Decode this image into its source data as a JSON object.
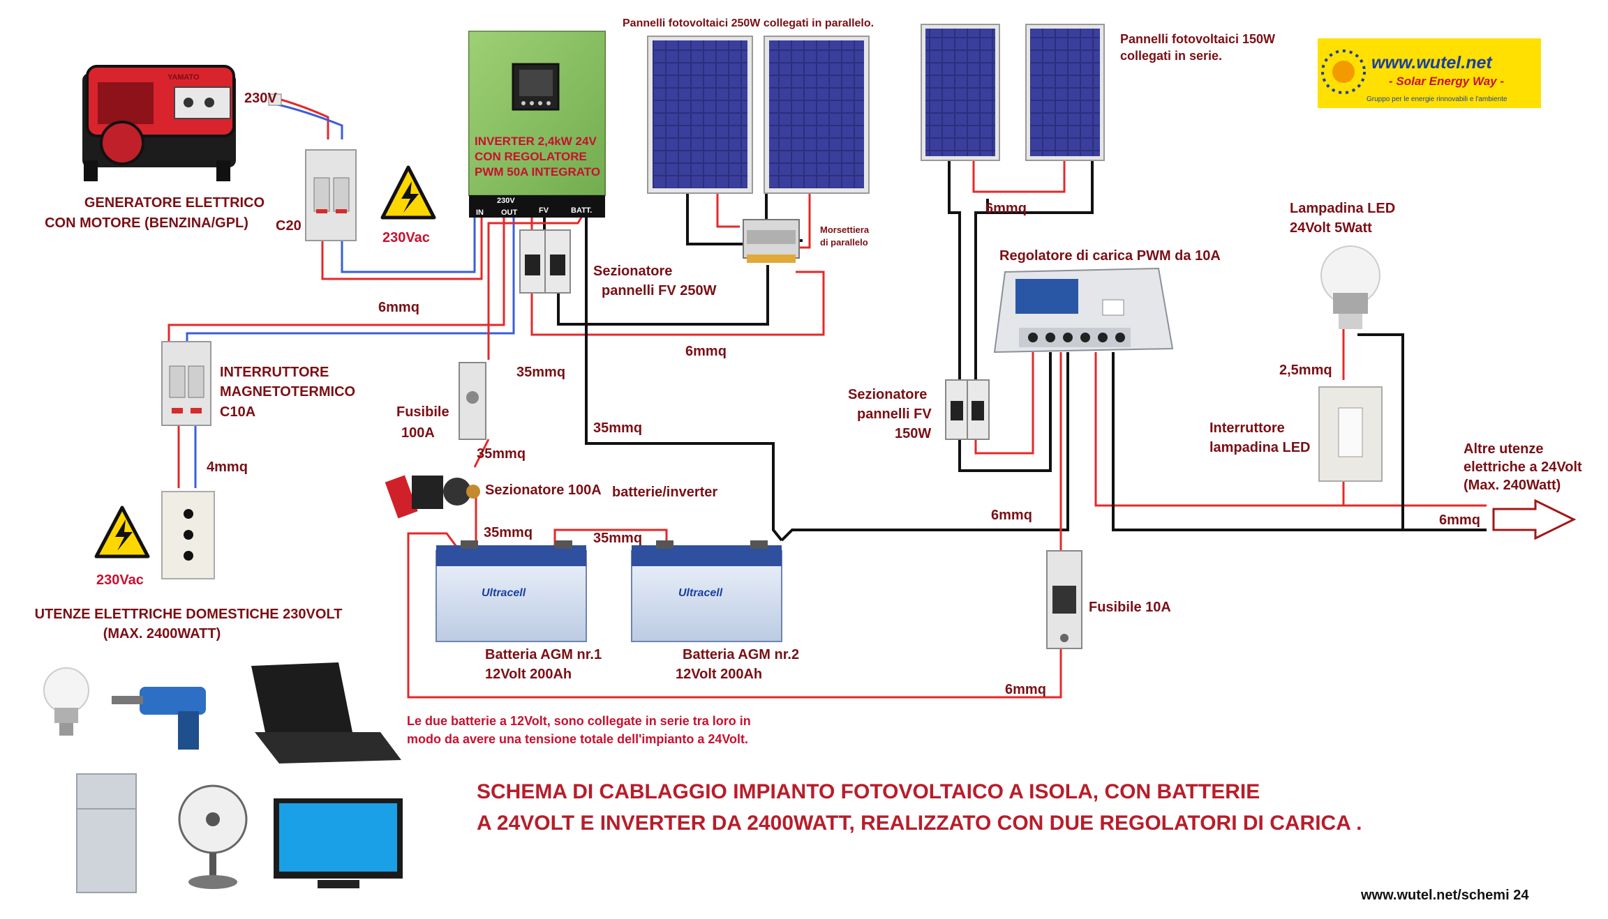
{
  "labels": {
    "generator": [
      "GENERATORE ELETTRICO",
      "CON MOTORE (BENZINA/GPL)"
    ],
    "generator_brand": "YAMATO",
    "gen_voltage": "230V",
    "breaker_c20": "C20",
    "warn_230_top": "230Vac",
    "inverter": [
      "INVERTER 2,4kW 24V",
      "CON REGOLATORE",
      "PWM 50A  INTEGRATO"
    ],
    "inverter_ports": {
      "v": "230V",
      "in": "IN",
      "out": "OUT",
      "fv": "FV",
      "batt": "BATT."
    },
    "panels_250": "Pannelli fotovoltaici 250W collegati in parallelo.",
    "panels_150": [
      "Pannelli fotovoltaici 150W",
      "collegati in serie."
    ],
    "morsettiera": [
      "Morsettiera",
      "di parallelo"
    ],
    "sez_250": [
      "Sezionatore",
      "pannelli FV 250W"
    ],
    "wire_6mmq": "6mmq",
    "wire_35mmq": "35mmq",
    "wire_4mmq": "4mmq",
    "wire_25mmq": "2,5mmq",
    "magneto": [
      "INTERRUTTORE",
      "MAGNETOTERMICO",
      "C10A"
    ],
    "fuse_100": [
      "Fusibile",
      "100A"
    ],
    "sez_100": "Sezionatore 100A",
    "batt_inv": "batterie/inverter",
    "reg_10a": "Regolatore di carica PWM da 10A",
    "sez_150": [
      "Sezionatore",
      "pannelli FV",
      "150W"
    ],
    "lamp": [
      "Lampadina LED",
      "24Volt 5Watt"
    ],
    "switch": [
      "Interruttore",
      "lampadina LED"
    ],
    "other_loads": [
      "Altre utenze",
      "elettriche a 24Volt",
      "(Max. 240Watt)"
    ],
    "fuse_10": "Fusibile 10A",
    "socket_warn": "230Vac",
    "utenze": [
      "UTENZE ELETTRICHE DOMESTICHE 230VOLT",
      "(MAX. 2400WATT)"
    ],
    "batt1": [
      "Batteria AGM nr.1",
      "12Volt 200Ah"
    ],
    "batt2": [
      "Batteria AGM nr.2",
      "12Volt 200Ah"
    ],
    "batt_brand": "Ultracell",
    "batt_note": [
      "Le due batterie a 12Volt, sono collegate in serie tra loro in",
      "modo da avere una tensione totale dell'impianto a 24Volt."
    ]
  },
  "title": [
    "SCHEMA DI CABLAGGIO IMPIANTO FOTOVOLTAICO A ISOLA, CON BATTERIE",
    "A 24VOLT E INVERTER DA 2400WATT, REALIZZATO CON  DUE REGOLATORI DI CARICA ."
  ],
  "logo": {
    "site": "www.wutel.net",
    "tagline": "- Solar Energy Way -",
    "sub": "Gruppo per le energie rinnovabili e l'ambiente"
  },
  "footer": "www.wutel.net/schemi 24",
  "colors": {
    "label": "#7a0f14",
    "wire_pos": "#e52828",
    "wire_neutral": "#3a5fd6",
    "wire_neg": "#111111",
    "title": "#b81d2a",
    "logo_bg": "#ffe000"
  }
}
